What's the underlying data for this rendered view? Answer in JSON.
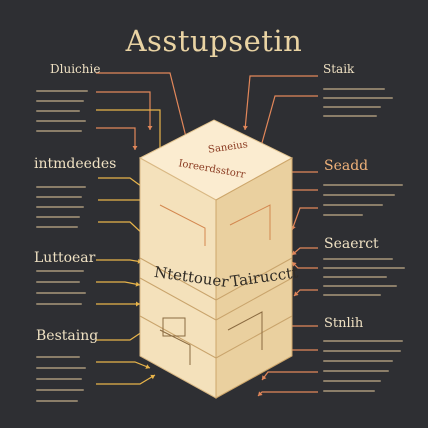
{
  "title": "Asstupsetin",
  "left_groups": [
    {
      "heading": "Dluichie"
    },
    {
      "heading": "intmdeedes"
    },
    {
      "heading": "Luttoear"
    },
    {
      "heading": "Bestaing"
    }
  ],
  "right_groups": [
    {
      "heading": "Staik"
    },
    {
      "heading": "Seadd"
    },
    {
      "heading": "Seaerct"
    },
    {
      "heading": "Stnlih"
    }
  ],
  "box": {
    "top_text_1": "Saneius",
    "top_text_2": "Ioreerdsstorr",
    "left_face_label": "Ntettouer",
    "right_face_label": "Tairucctt"
  },
  "colors": {
    "background": "#2e2f33",
    "box_left": "#f5e3bf",
    "box_right": "#ecd3a4",
    "box_top": "#fbecd0",
    "line_orange": "#e2875a",
    "line_yellow": "#e8b44a",
    "heading": "#efe1c3"
  }
}
